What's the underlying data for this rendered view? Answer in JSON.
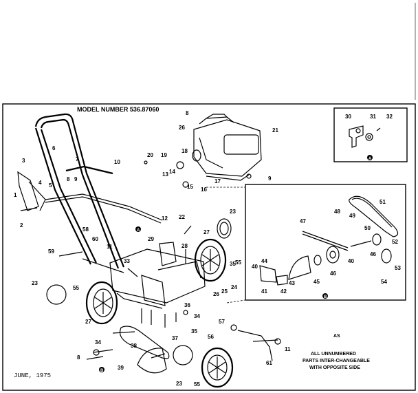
{
  "title": "MODEL NUMBER 536.87060",
  "date": "JUNE, 1975",
  "code": "AS",
  "note": [
    "ALL UNNUMBERED",
    "PARTS INTER-CHANGEABLE",
    "WITH OPPOSITE SIDE"
  ],
  "callout_main": "B",
  "callout_inset1": "A",
  "callout_inset2": "B",
  "callout_main_a": "A",
  "part_labels": [
    {
      "id": "1",
      "t": "1"
    },
    {
      "id": "2",
      "t": "2"
    },
    {
      "id": "3",
      "t": "3"
    },
    {
      "id": "4",
      "t": "4"
    },
    {
      "id": "5",
      "t": "5"
    },
    {
      "id": "6",
      "t": "6"
    },
    {
      "id": "7",
      "t": "7"
    },
    {
      "id": "8a",
      "t": "8"
    },
    {
      "id": "8b",
      "t": "8"
    },
    {
      "id": "8c",
      "t": "8"
    },
    {
      "id": "9a",
      "t": "9"
    },
    {
      "id": "9b",
      "t": "9"
    },
    {
      "id": "10",
      "t": "10"
    },
    {
      "id": "11a",
      "t": "11"
    },
    {
      "id": "11b",
      "t": "11"
    },
    {
      "id": "12",
      "t": "12"
    },
    {
      "id": "13",
      "t": "13"
    },
    {
      "id": "14",
      "t": "14"
    },
    {
      "id": "15",
      "t": "15"
    },
    {
      "id": "16",
      "t": "16"
    },
    {
      "id": "17",
      "t": "17"
    },
    {
      "id": "18",
      "t": "18"
    },
    {
      "id": "19",
      "t": "19"
    },
    {
      "id": "20",
      "t": "20"
    },
    {
      "id": "21",
      "t": "21"
    },
    {
      "id": "22",
      "t": "22"
    },
    {
      "id": "23a",
      "t": "23"
    },
    {
      "id": "23b",
      "t": "23"
    },
    {
      "id": "23c",
      "t": "23"
    },
    {
      "id": "24",
      "t": "24"
    },
    {
      "id": "25",
      "t": "25"
    },
    {
      "id": "26a",
      "t": "26"
    },
    {
      "id": "26b",
      "t": "26"
    },
    {
      "id": "27a",
      "t": "27"
    },
    {
      "id": "27b",
      "t": "27"
    },
    {
      "id": "28",
      "t": "28"
    },
    {
      "id": "29",
      "t": "29"
    },
    {
      "id": "30",
      "t": "30"
    },
    {
      "id": "31",
      "t": "31"
    },
    {
      "id": "32",
      "t": "32"
    },
    {
      "id": "33",
      "t": "33"
    },
    {
      "id": "34a",
      "t": "34"
    },
    {
      "id": "34b",
      "t": "34"
    },
    {
      "id": "35a",
      "t": "35"
    },
    {
      "id": "35b",
      "t": "35"
    },
    {
      "id": "36",
      "t": "36"
    },
    {
      "id": "37",
      "t": "37"
    },
    {
      "id": "38",
      "t": "38"
    },
    {
      "id": "39",
      "t": "39"
    },
    {
      "id": "40",
      "t": "40"
    },
    {
      "id": "40b",
      "t": "40"
    },
    {
      "id": "41",
      "t": "41"
    },
    {
      "id": "42",
      "t": "42"
    },
    {
      "id": "43",
      "t": "43"
    },
    {
      "id": "44",
      "t": "44"
    },
    {
      "id": "45",
      "t": "45"
    },
    {
      "id": "46a",
      "t": "46"
    },
    {
      "id": "46b",
      "t": "46"
    },
    {
      "id": "47",
      "t": "47"
    },
    {
      "id": "48",
      "t": "48"
    },
    {
      "id": "49",
      "t": "49"
    },
    {
      "id": "50",
      "t": "50"
    },
    {
      "id": "51",
      "t": "51"
    },
    {
      "id": "52",
      "t": "52"
    },
    {
      "id": "53",
      "t": "53"
    },
    {
      "id": "54",
      "t": "54"
    },
    {
      "id": "55a",
      "t": "55"
    },
    {
      "id": "55b",
      "t": "55"
    },
    {
      "id": "55c",
      "t": "55"
    },
    {
      "id": "56",
      "t": "56"
    },
    {
      "id": "57",
      "t": "57"
    },
    {
      "id": "58",
      "t": "58"
    },
    {
      "id": "59",
      "t": "59"
    },
    {
      "id": "60",
      "t": "60"
    },
    {
      "id": "61",
      "t": "61"
    }
  ]
}
